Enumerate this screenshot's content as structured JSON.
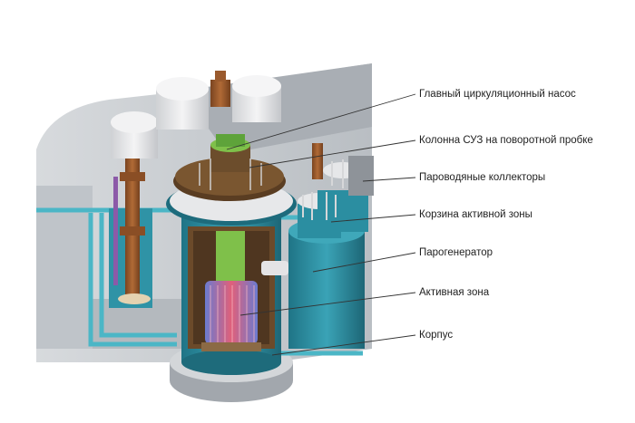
{
  "diagram": {
    "colors": {
      "background": "#ffffff",
      "concrete": "#c9ccd0",
      "concrete_dark": "#a8adb3",
      "vessel": "#2c8fa3",
      "vessel_dark": "#1d6b7c",
      "pipe": "#4bb6c6",
      "pump_white": "#e8e8ea",
      "shaft_brown": "#9a5a2d",
      "deck_brown": "#6b4a2a",
      "rod_green": "#7fc04a",
      "core_red": "#d6506a",
      "core_blue": "#6c7fd0",
      "leader_line": "#333333"
    },
    "labels": [
      {
        "id": "main-pump",
        "text": "Главный циркуляционный насос"
      },
      {
        "id": "cps-column",
        "text": "Колонна СУЗ на поворотной пробке"
      },
      {
        "id": "steam-water-collectors",
        "text": "Пароводяные коллекторы"
      },
      {
        "id": "core-basket",
        "text": "Корзина активной зоны"
      },
      {
        "id": "steam-generator",
        "text": "Парогенератор"
      },
      {
        "id": "active-core",
        "text": "Активная зона"
      },
      {
        "id": "vessel",
        "text": "Корпус"
      }
    ]
  }
}
